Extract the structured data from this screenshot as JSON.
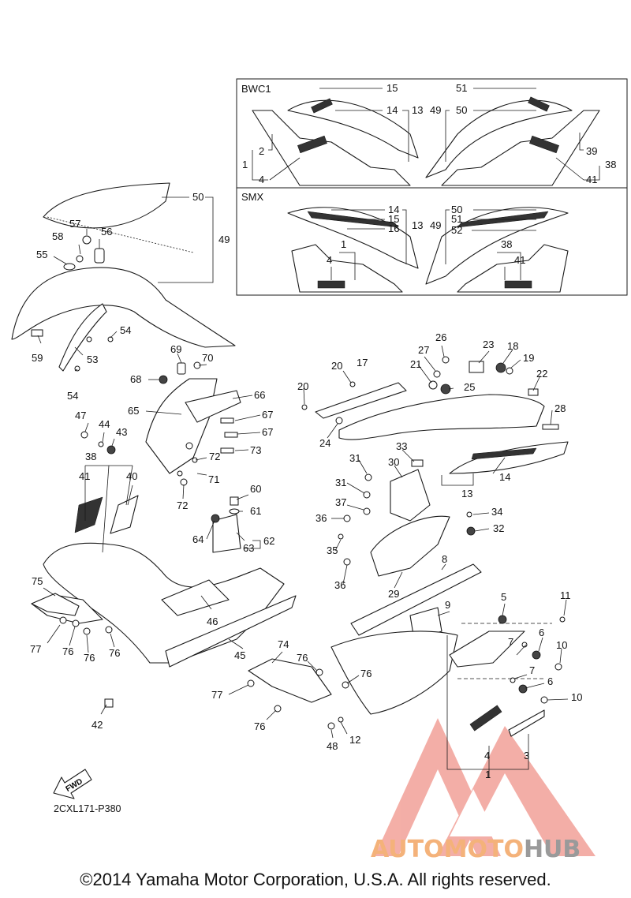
{
  "boxes": {
    "top_label": "BWC1",
    "bottom_label": "SMX"
  },
  "callouts": [
    {
      "id": "c15a",
      "text": "15"
    },
    {
      "id": "c14a",
      "text": "14"
    },
    {
      "id": "c13a",
      "text": "13"
    },
    {
      "id": "c51a",
      "text": "51"
    },
    {
      "id": "c49a",
      "text": "49"
    },
    {
      "id": "c50a",
      "text": "50"
    },
    {
      "id": "c2a",
      "text": "2"
    },
    {
      "id": "c1a",
      "text": "1"
    },
    {
      "id": "c4a",
      "text": "4"
    },
    {
      "id": "c39a",
      "text": "39"
    },
    {
      "id": "c38a",
      "text": "38"
    },
    {
      "id": "c41a",
      "text": "41"
    },
    {
      "id": "c14b",
      "text": "14"
    },
    {
      "id": "c15b",
      "text": "15"
    },
    {
      "id": "c16b",
      "text": "16"
    },
    {
      "id": "c13b",
      "text": "13"
    },
    {
      "id": "c50b",
      "text": "50"
    },
    {
      "id": "c51b",
      "text": "51"
    },
    {
      "id": "c49b",
      "text": "49"
    },
    {
      "id": "c52b",
      "text": "52"
    },
    {
      "id": "c1b",
      "text": "1"
    },
    {
      "id": "c4b",
      "text": "4"
    },
    {
      "id": "c38b",
      "text": "38"
    },
    {
      "id": "c41b",
      "text": "41"
    },
    {
      "id": "c50",
      "text": "50"
    },
    {
      "id": "c49",
      "text": "49"
    },
    {
      "id": "c57",
      "text": "57"
    },
    {
      "id": "c58",
      "text": "58"
    },
    {
      "id": "c56",
      "text": "56"
    },
    {
      "id": "c55",
      "text": "55"
    },
    {
      "id": "c54a",
      "text": "54"
    },
    {
      "id": "c59",
      "text": "59"
    },
    {
      "id": "c53",
      "text": "53"
    },
    {
      "id": "c54b",
      "text": "54"
    },
    {
      "id": "c69",
      "text": "69"
    },
    {
      "id": "c70",
      "text": "70"
    },
    {
      "id": "c68",
      "text": "68"
    },
    {
      "id": "c66",
      "text": "66"
    },
    {
      "id": "c65",
      "text": "65"
    },
    {
      "id": "c67a",
      "text": "67"
    },
    {
      "id": "c67b",
      "text": "67"
    },
    {
      "id": "c47",
      "text": "47"
    },
    {
      "id": "c44",
      "text": "44"
    },
    {
      "id": "c43",
      "text": "43"
    },
    {
      "id": "c73",
      "text": "73"
    },
    {
      "id": "c72a",
      "text": "72"
    },
    {
      "id": "c71",
      "text": "71"
    },
    {
      "id": "c72b",
      "text": "72"
    },
    {
      "id": "c38",
      "text": "38"
    },
    {
      "id": "c41",
      "text": "41"
    },
    {
      "id": "c40",
      "text": "40"
    },
    {
      "id": "c60",
      "text": "60"
    },
    {
      "id": "c61",
      "text": "61"
    },
    {
      "id": "c64",
      "text": "64"
    },
    {
      "id": "c62",
      "text": "62"
    },
    {
      "id": "c63",
      "text": "63"
    },
    {
      "id": "c75",
      "text": "75"
    },
    {
      "id": "c46",
      "text": "46"
    },
    {
      "id": "c77a",
      "text": "77"
    },
    {
      "id": "c76a",
      "text": "76"
    },
    {
      "id": "c76b",
      "text": "76"
    },
    {
      "id": "c76c",
      "text": "76"
    },
    {
      "id": "c45",
      "text": "45"
    },
    {
      "id": "c42",
      "text": "42"
    },
    {
      "id": "c74",
      "text": "74"
    },
    {
      "id": "c76d",
      "text": "76"
    },
    {
      "id": "c76e",
      "text": "76"
    },
    {
      "id": "c77b",
      "text": "77"
    },
    {
      "id": "c76f",
      "text": "76"
    },
    {
      "id": "c48",
      "text": "48"
    },
    {
      "id": "c12",
      "text": "12"
    },
    {
      "id": "c26",
      "text": "26"
    },
    {
      "id": "c23",
      "text": "23"
    },
    {
      "id": "c18",
      "text": "18"
    },
    {
      "id": "c27",
      "text": "27"
    },
    {
      "id": "c19",
      "text": "19"
    },
    {
      "id": "c20a",
      "text": "20"
    },
    {
      "id": "c17",
      "text": "17"
    },
    {
      "id": "c21",
      "text": "21"
    },
    {
      "id": "c22",
      "text": "22"
    },
    {
      "id": "c25",
      "text": "25"
    },
    {
      "id": "c20b",
      "text": "20"
    },
    {
      "id": "c28",
      "text": "28"
    },
    {
      "id": "c24",
      "text": "24"
    },
    {
      "id": "c33",
      "text": "33"
    },
    {
      "id": "c31a",
      "text": "31"
    },
    {
      "id": "c30",
      "text": "30"
    },
    {
      "id": "c14",
      "text": "14"
    },
    {
      "id": "c13",
      "text": "13"
    },
    {
      "id": "c31b",
      "text": "31"
    },
    {
      "id": "c37",
      "text": "37"
    },
    {
      "id": "c34",
      "text": "34"
    },
    {
      "id": "c36a",
      "text": "36"
    },
    {
      "id": "c32",
      "text": "32"
    },
    {
      "id": "c35",
      "text": "35"
    },
    {
      "id": "c36b",
      "text": "36"
    },
    {
      "id": "c29",
      "text": "29"
    },
    {
      "id": "c8",
      "text": "8"
    },
    {
      "id": "c9",
      "text": "9"
    },
    {
      "id": "c5",
      "text": "5"
    },
    {
      "id": "c11",
      "text": "11"
    },
    {
      "id": "c6a",
      "text": "6"
    },
    {
      "id": "c7a",
      "text": "7"
    },
    {
      "id": "c10a",
      "text": "10"
    },
    {
      "id": "c7b",
      "text": "7"
    },
    {
      "id": "c6b",
      "text": "6"
    },
    {
      "id": "c10b",
      "text": "10"
    },
    {
      "id": "c4",
      "text": "4"
    },
    {
      "id": "c3",
      "text": "3"
    },
    {
      "id": "c1",
      "text": "1"
    }
  ],
  "fwd_label": "FWD",
  "diagram_code": "2CXL171-P380",
  "watermark": {
    "part1": "AUTOMOTO",
    "part2": "HUB",
    "color1": "#f4b27a",
    "color2": "#9a9a9a",
    "triangle_color": "#f08a80"
  },
  "copyright": "©2014 Yamaha Motor Corporation, U.S.A. All rights reserved."
}
